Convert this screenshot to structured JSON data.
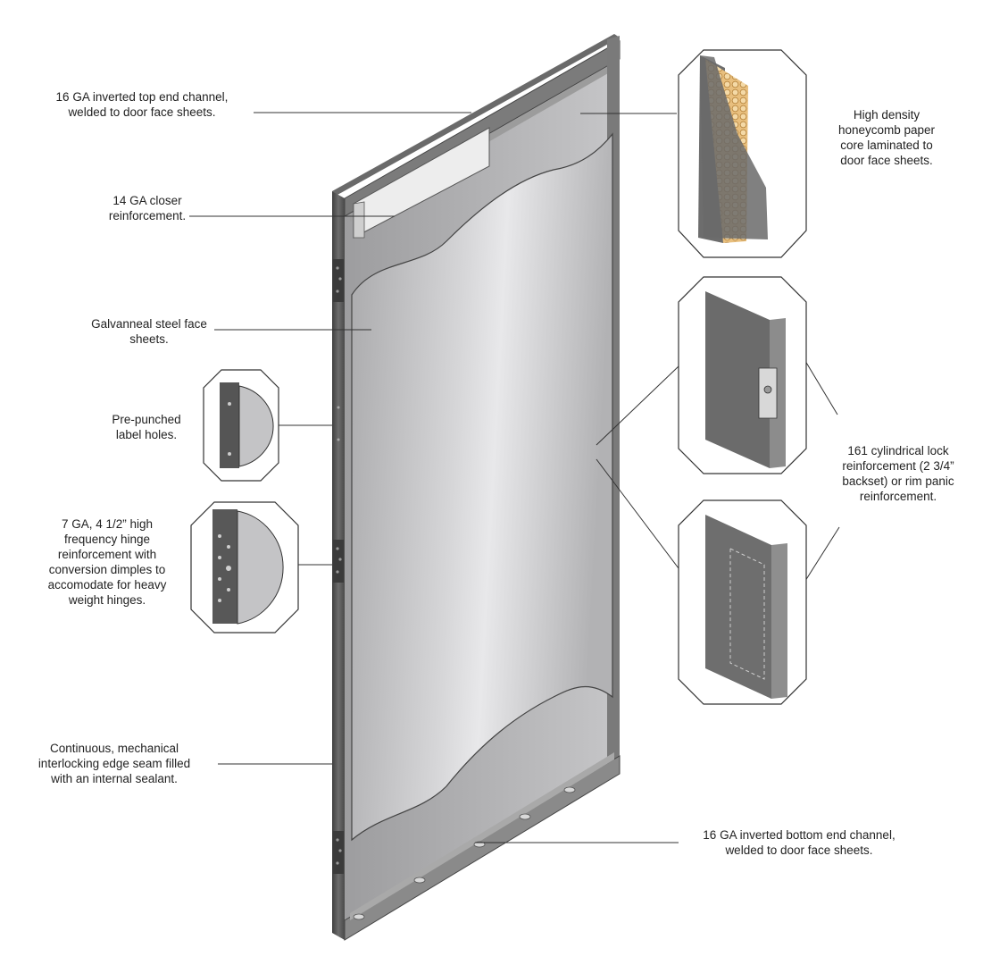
{
  "labels": {
    "top_channel": "16 GA inverted top end channel,\nwelded to door face sheets.",
    "closer": "14  GA closer\nreinforcement.",
    "face_sheets": "Galvanneal steel face\nsheets.",
    "label_holes": "Pre-punched\nlabel holes.",
    "hinge": "7 GA, 4 1/2” high\nfrequency hinge\nreinforcement with\nconversion dimples to\naccomodate for heavy\nweight hinges.",
    "edge_seam": "Continuous, mechanical\ninterlocking edge seam filled\nwith an internal sealant.",
    "honeycomb": "High density\nhoneycomb paper\ncore laminated to\ndoor face sheets.",
    "lock": "161 cylindrical lock\nreinforcement (2 3/4”\nbackset) or rim panic\nreinforcement.",
    "bottom_channel": "16 GA inverted bottom end channel,\nwelded to door face sheets."
  },
  "colors": {
    "frame": "#5a5a5a",
    "face_sheet": "#b9b9bb",
    "honeycomb": "#e2b470",
    "callout_line": "#333333"
  }
}
